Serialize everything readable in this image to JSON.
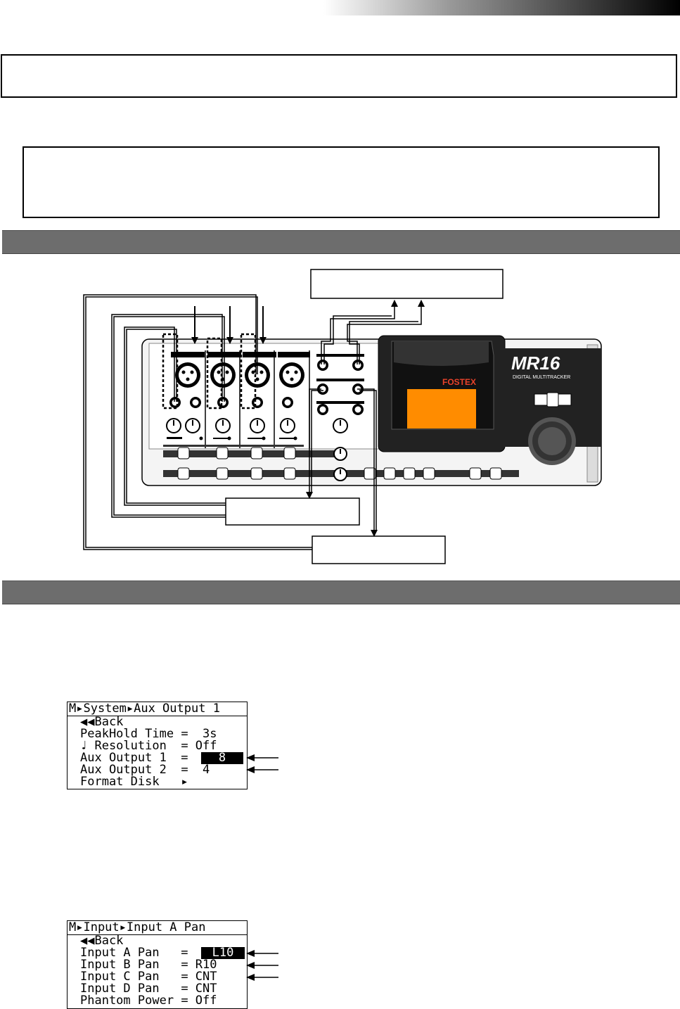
{
  "device": {
    "brand": "FOSTEX",
    "model": "MR16",
    "model_subtitle": "DIGITAL MULTITRACKER",
    "colors": {
      "lcd": "#ff8c00",
      "brand": "#e8422a",
      "section_bar": "#6d6d6d"
    }
  },
  "screen1": {
    "title": "M▸System▸Aux Output 1",
    "rows": [
      {
        "label": "◀◀Back",
        "value": ""
      },
      {
        "label": "PeakHold Time",
        "value": "=  3s"
      },
      {
        "label": "♩ Resolution",
        "value": " = Off"
      },
      {
        "label": "Aux Output 1",
        "value": "8",
        "selected": true
      },
      {
        "label": "Aux Output 2",
        "value": "=  4"
      },
      {
        "label": "Format Disk",
        "value": "▸"
      }
    ]
  },
  "screen2": {
    "title": "M▸Input▸Input A Pan",
    "rows": [
      {
        "label": "◀◀Back",
        "value": ""
      },
      {
        "label": "Input A Pan",
        "value": "L10",
        "selected": true
      },
      {
        "label": "Input B Pan",
        "value": "= R10"
      },
      {
        "label": "Input C Pan",
        "value": "= CNT"
      },
      {
        "label": "Input D Pan",
        "value": "= CNT"
      },
      {
        "label": "Phantom Power",
        "value": "= Off"
      }
    ]
  }
}
